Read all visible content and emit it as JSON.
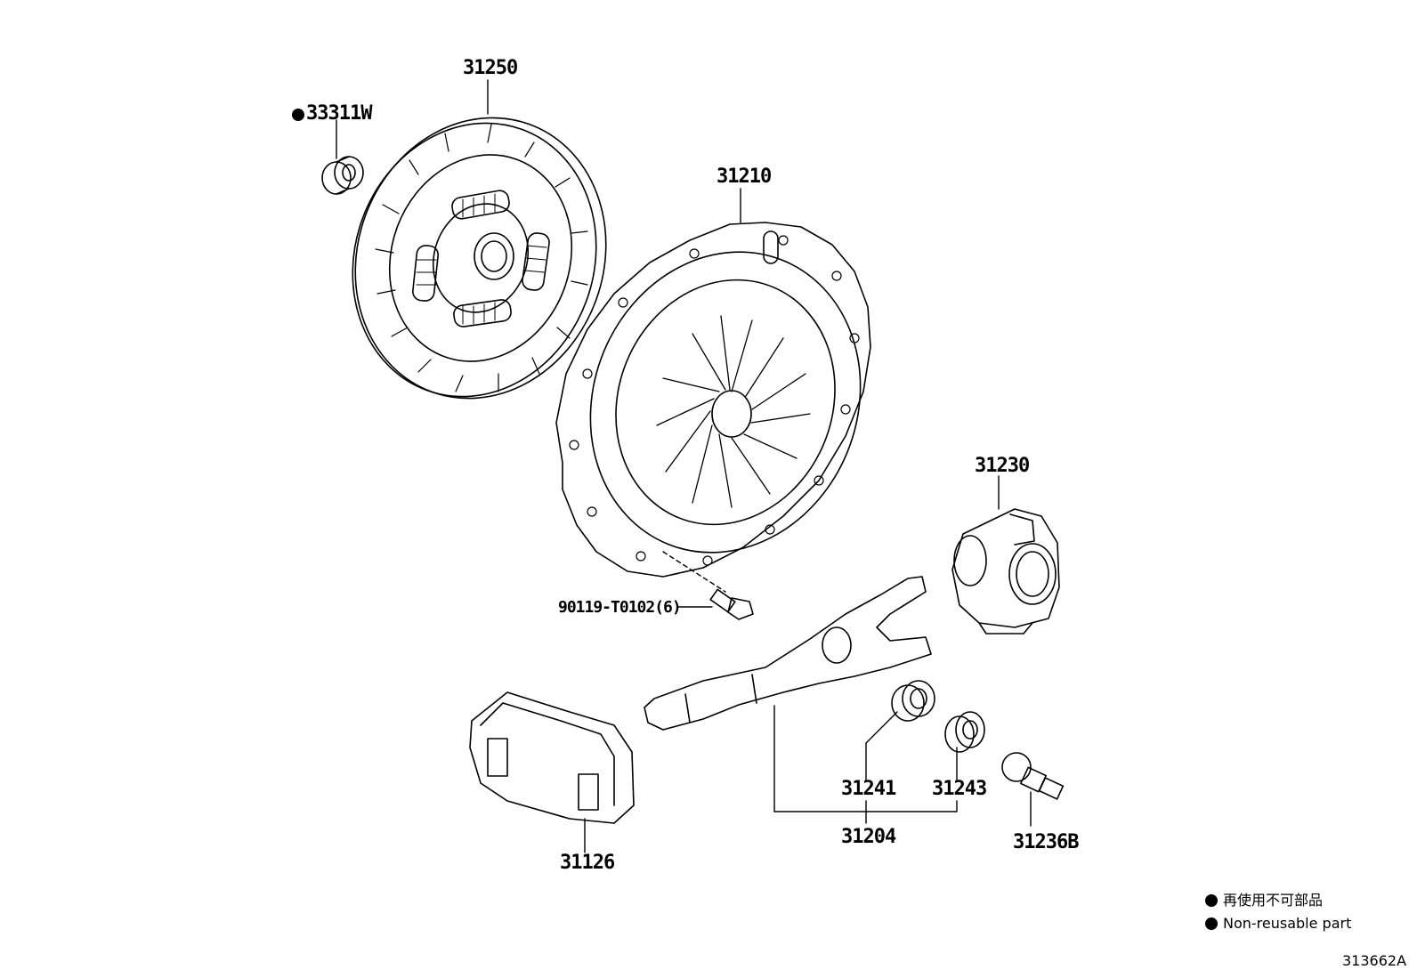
{
  "parts": {
    "p31250": "31250",
    "p33311w": "33311W",
    "p31210": "31210",
    "p31230": "31230",
    "p90119": "90119-T0102(6)",
    "p31241": "31241",
    "p31243": "31243",
    "p31204": "31204",
    "p31236b": "31236B",
    "p31126": "31126"
  },
  "legend": {
    "japanese": "再使用不可部品",
    "english": "Non-reusable part"
  },
  "diagram_code": "313662A",
  "colors": {
    "line": "#000000",
    "background": "#ffffff"
  },
  "icons": {
    "non_reusable_marker": "filled-circle-icon"
  }
}
